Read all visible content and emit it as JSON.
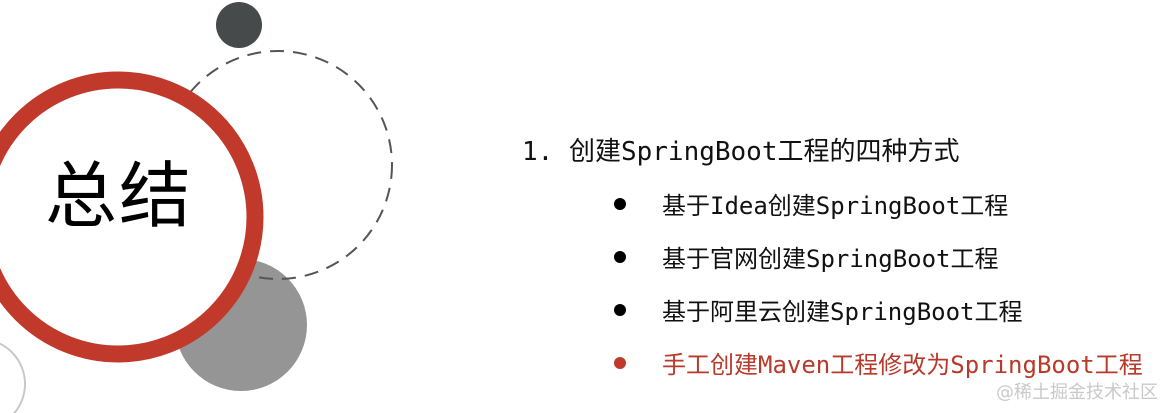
{
  "slide": {
    "title": "总结",
    "heading": "1. 创建SpringBoot工程的四种方式",
    "items": [
      {
        "label": "基于Idea创建SpringBoot工程",
        "highlighted": false
      },
      {
        "label": "基于官网创建SpringBoot工程",
        "highlighted": false
      },
      {
        "label": "基于阿里云创建SpringBoot工程",
        "highlighted": false
      },
      {
        "label": "手工创建Maven工程修改为SpringBoot工程",
        "highlighted": true
      }
    ],
    "watermark": "@稀土掘金技术社区"
  },
  "colors": {
    "accent_red": "#c0392b",
    "dark_gray": "#474a4b",
    "mid_gray": "#959595",
    "dashed_stroke": "#555555",
    "highlight_text": "#b83a2b"
  }
}
